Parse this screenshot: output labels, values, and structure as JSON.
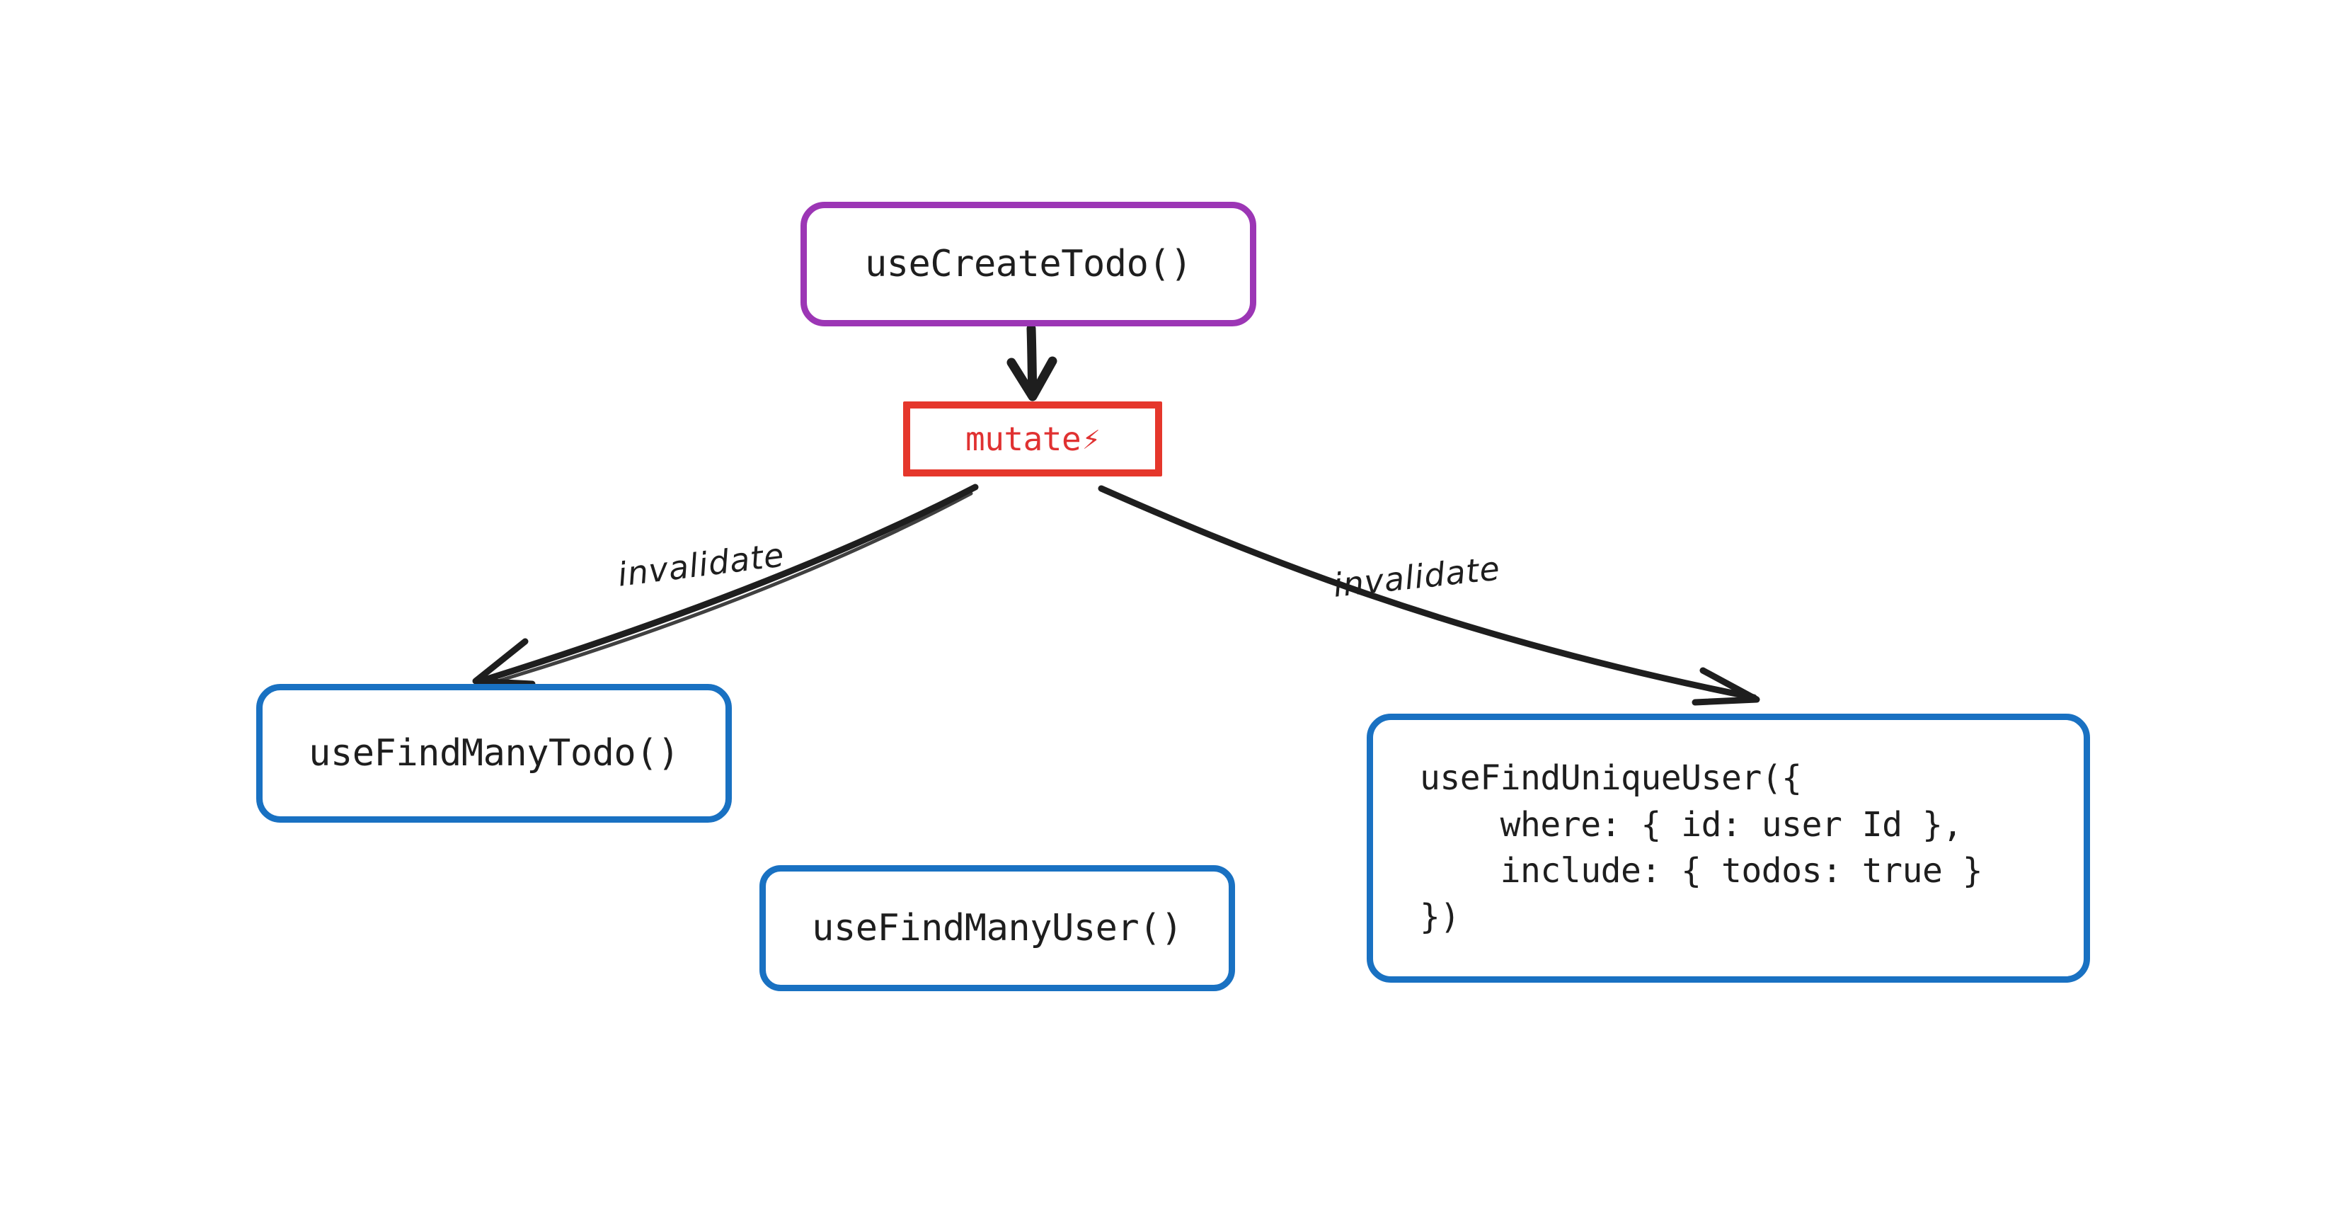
{
  "diagram": {
    "title": "useCreateTodo invalidation flow",
    "background_color": "#ffffff",
    "style": "hand-drawn",
    "nodes": [
      {
        "id": "create-todo",
        "label": "useCreateTodo()",
        "shape": "rounded-rectangle",
        "stroke_color": "#9c36b5",
        "text_color": "#1e1e1e"
      },
      {
        "id": "mutate",
        "label": "mutate",
        "icon": "lightning-bolt-icon",
        "icon_glyph": "⚡",
        "shape": "rectangle",
        "stroke_color": "#e5372c",
        "text_color": "#e03131"
      },
      {
        "id": "find-many-todo",
        "label": "useFindManyTodo()",
        "shape": "rounded-rectangle",
        "stroke_color": "#1971c2",
        "text_color": "#1e1e1e"
      },
      {
        "id": "find-many-user",
        "label": "useFindManyUser()",
        "shape": "rounded-rectangle",
        "stroke_color": "#1971c2",
        "text_color": "#1e1e1e"
      },
      {
        "id": "find-unique-user",
        "label": "useFindUniqueUser({\n    where: { id: user Id },\n    include: { todos: true }\n})",
        "shape": "rounded-rectangle",
        "stroke_color": "#1971c2",
        "text_color": "#1e1e1e"
      }
    ],
    "edges": [
      {
        "id": "create-to-mutate",
        "from": "create-todo",
        "to": "mutate",
        "label": "",
        "arrow": "open-v",
        "stroke_color": "#1e1e1e"
      },
      {
        "id": "mutate-to-find-many-todo",
        "from": "mutate",
        "to": "find-many-todo",
        "label": "invalidate",
        "arrow": "open-v",
        "stroke_color": "#1e1e1e"
      },
      {
        "id": "mutate-to-find-unique-user",
        "from": "mutate",
        "to": "find-unique-user",
        "label": "invalidate",
        "arrow": "open-v",
        "stroke_color": "#1e1e1e"
      }
    ]
  }
}
